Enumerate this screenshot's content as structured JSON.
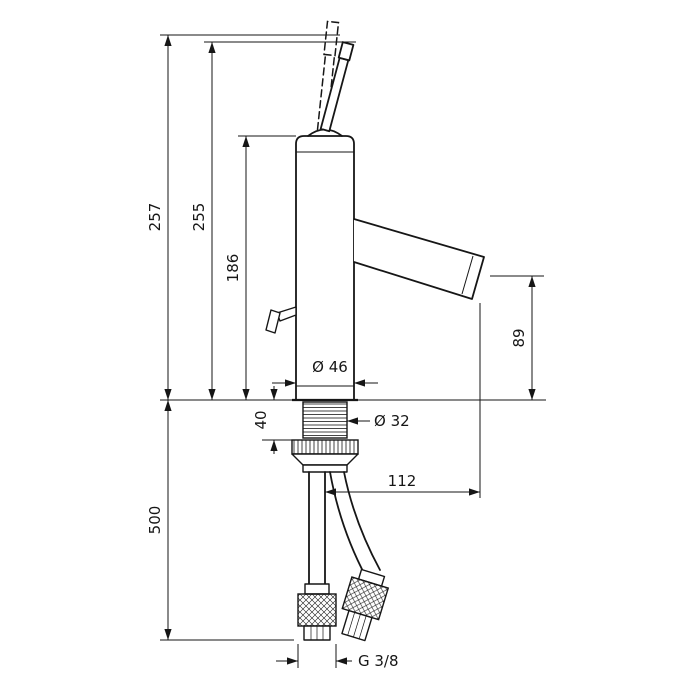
{
  "colors": {
    "line": "#161616",
    "background": "#ffffff"
  },
  "drawing": {
    "dimensions": {
      "total_height": "257",
      "handle_height": "255",
      "body_height": "186",
      "outlet_height": "89",
      "hose_length": "500",
      "shank_length": "40",
      "base_diameter": "Ø 46",
      "shank_diameter": "Ø 32",
      "spout_reach": "112",
      "connection_thread": "G 3/8"
    }
  }
}
